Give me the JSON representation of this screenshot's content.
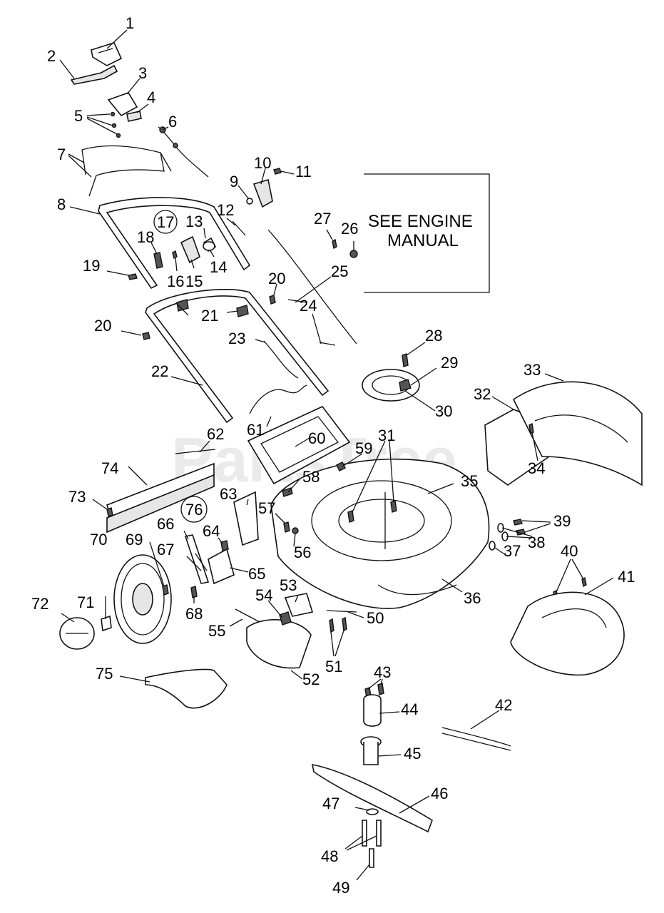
{
  "engine_note": {
    "line1": "SEE ENGINE",
    "line2": "MANUAL"
  },
  "watermark": "PartsTree",
  "callouts": {
    "c1": "1",
    "c2": "2",
    "c3": "3",
    "c4": "4",
    "c5": "5",
    "c6": "6",
    "c7": "7",
    "c8": "8",
    "c9": "9",
    "c10": "10",
    "c11": "11",
    "c12": "12",
    "c13": "13",
    "c14": "14",
    "c15": "15",
    "c16": "16",
    "c17": "17",
    "c18": "18",
    "c19": "19",
    "c20a": "20",
    "c20b": "20",
    "c21": "21",
    "c22": "22",
    "c23": "23",
    "c24": "24",
    "c25": "25",
    "c26": "26",
    "c27": "27",
    "c28": "28",
    "c29": "29",
    "c30": "30",
    "c31": "31",
    "c32": "32",
    "c33": "33",
    "c34": "34",
    "c35": "35",
    "c36": "36",
    "c37": "37",
    "c38": "38",
    "c39": "39",
    "c40": "40",
    "c41": "41",
    "c42": "42",
    "c43": "43",
    "c44": "44",
    "c45": "45",
    "c46": "46",
    "c47": "47",
    "c48": "48",
    "c49": "49",
    "c50": "50",
    "c51": "51",
    "c52": "52",
    "c53": "53",
    "c54": "54",
    "c55": "55",
    "c56": "56",
    "c57": "57",
    "c58": "58",
    "c59": "59",
    "c60": "60",
    "c61": "61",
    "c62": "62",
    "c63": "63",
    "c64": "64",
    "c65": "65",
    "c66": "66",
    "c67": "67",
    "c68": "68",
    "c69": "69",
    "c70": "70",
    "c71": "71",
    "c72": "72",
    "c73": "73",
    "c74": "74",
    "c75": "75",
    "c76": "76"
  }
}
